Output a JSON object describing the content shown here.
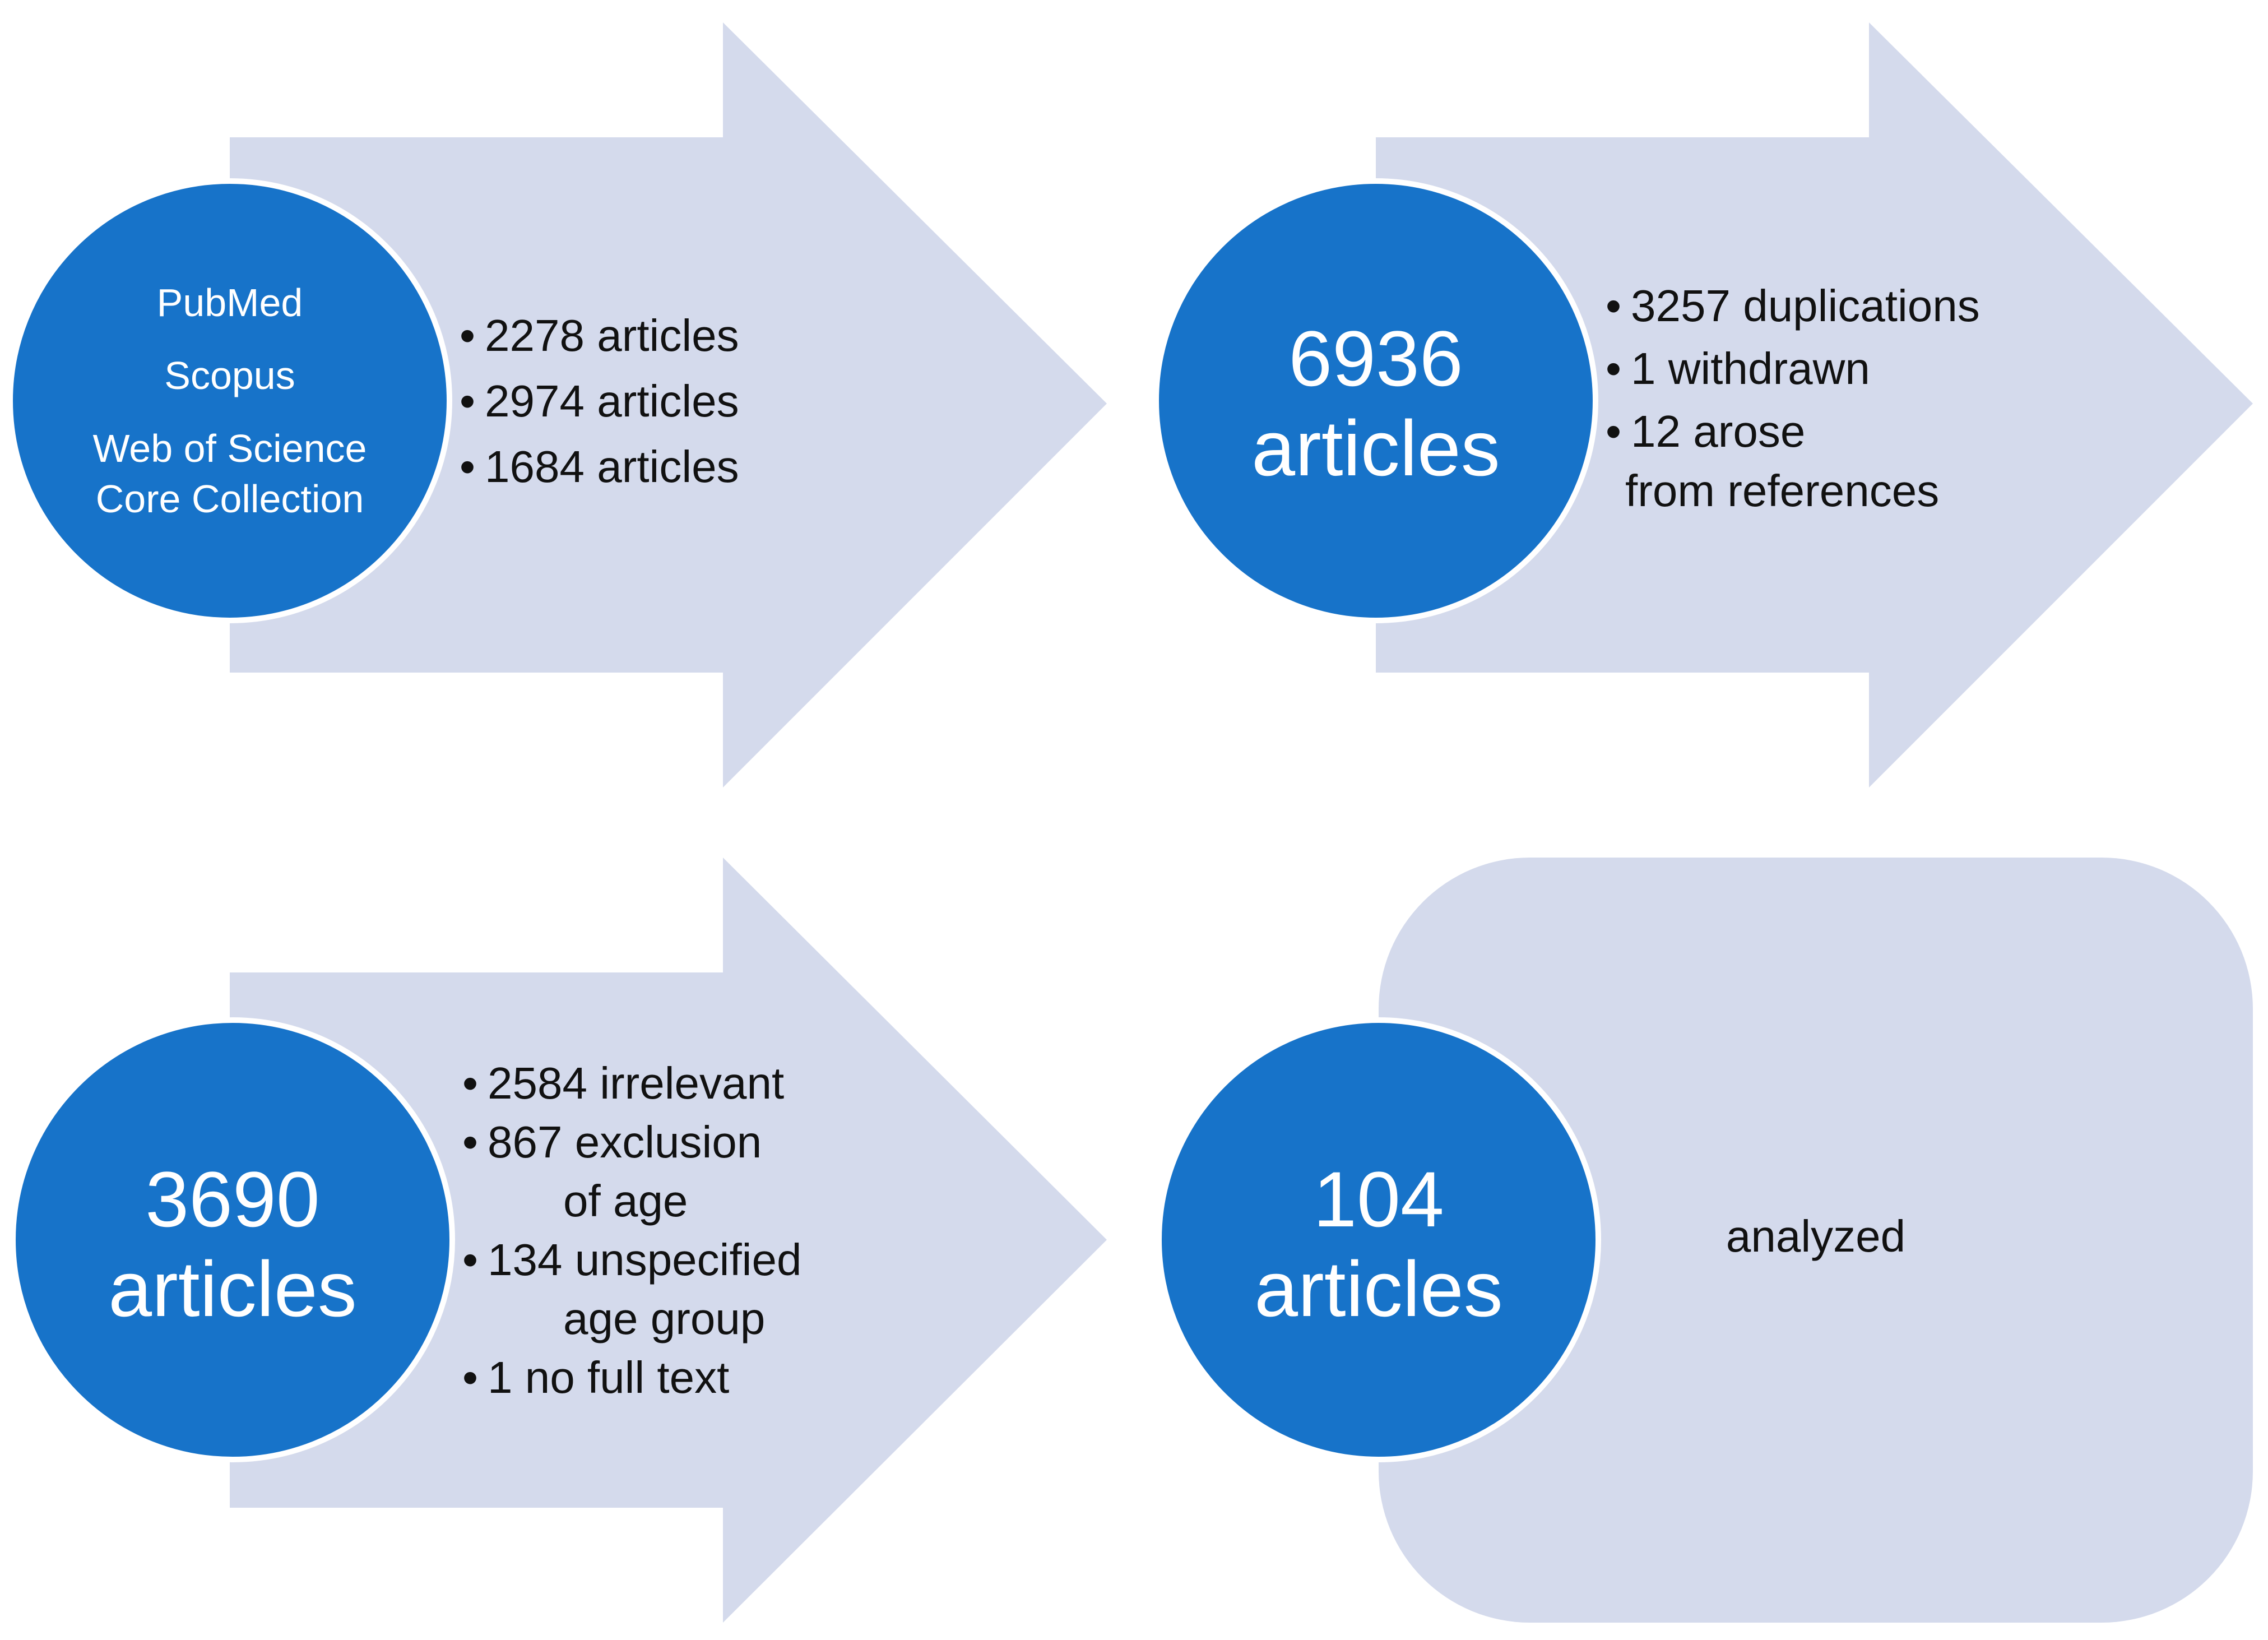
{
  "colors": {
    "arrow_fill": "#d4daec",
    "circle_fill": "#1773c9",
    "circle_stroke": "#ffffff",
    "text_dark": "#111111",
    "text_light": "#ffffff"
  },
  "steps": [
    {
      "circle_lines": [
        "PubMed",
        "Scopus",
        "Web of Science",
        "Core Collection"
      ],
      "bullets": [
        {
          "text": "2278 articles"
        },
        {
          "text": "2974 articles"
        },
        {
          "text": "1684 articles"
        }
      ]
    },
    {
      "circle_lines": [
        "6936",
        "articles"
      ],
      "bullets": [
        {
          "text": "3257 duplications"
        },
        {
          "text": "1 withdrawn"
        },
        {
          "text": "12 arose",
          "cont": "from references"
        }
      ]
    },
    {
      "circle_lines": [
        "3690",
        "articles"
      ],
      "bullets": [
        {
          "text": "2584 irrelevant"
        },
        {
          "text": "867 exclusion",
          "cont": "of age"
        },
        {
          "text": "134 unspecified",
          "cont": "age group"
        },
        {
          "text": "1 no full text"
        }
      ]
    },
    {
      "circle_lines": [
        "104",
        "articles"
      ],
      "label": "analyzed"
    }
  ]
}
